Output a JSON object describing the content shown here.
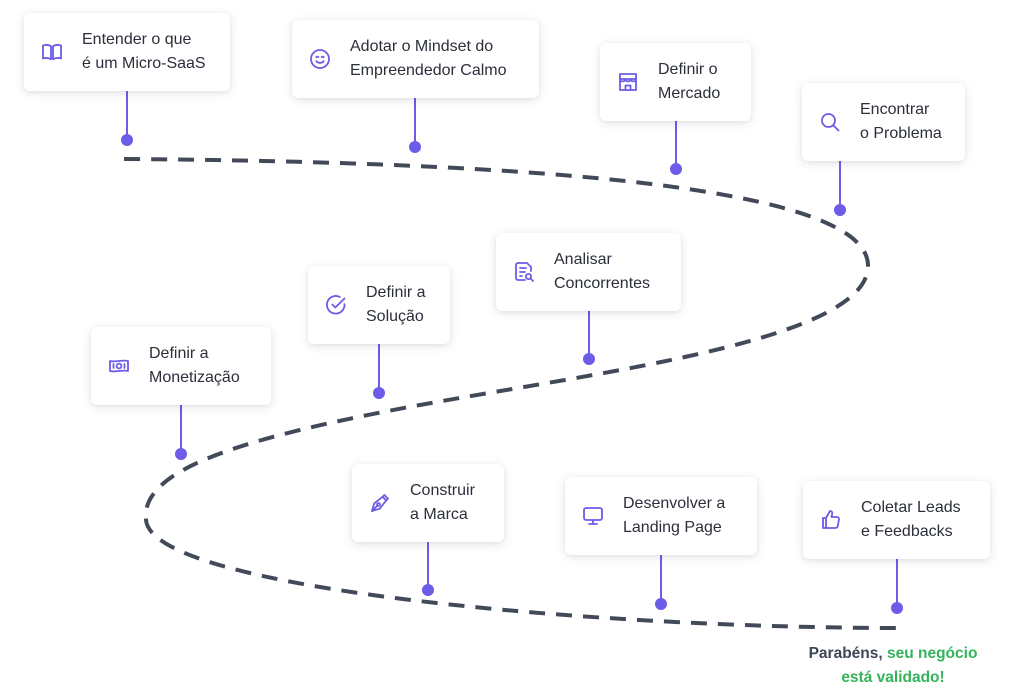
{
  "colors": {
    "accent": "#6c5ce7",
    "path": "#424a5a",
    "success": "#35b35b",
    "text": "#2b2f3a"
  },
  "steps": [
    {
      "icon": "book-open-icon",
      "label": "Entender o que\né um Micro-SaaS"
    },
    {
      "icon": "smiley-face-icon",
      "label": "Adotar o Mindset do\nEmpreendedor Calmo"
    },
    {
      "icon": "storefront-icon",
      "label": "Definir o\nMercado"
    },
    {
      "icon": "search-icon",
      "label": "Encontrar\no Problema"
    },
    {
      "icon": "document-search-icon",
      "label": "Analisar\nConcorrentes"
    },
    {
      "icon": "check-circle-icon",
      "label": "Definir a\nSolução"
    },
    {
      "icon": "banknote-icon",
      "label": "Definir a\nMonetização"
    },
    {
      "icon": "pen-nib-icon",
      "label": "Construir\na Marca"
    },
    {
      "icon": "monitor-icon",
      "label": "Desenvolver a\nLanding Page"
    },
    {
      "icon": "thumbs-up-icon",
      "label": "Coletar Leads\ne Feedbacks"
    }
  ],
  "final": {
    "prefix": "Parabéns, ",
    "highlight": "seu negócio\nestá validado!"
  }
}
